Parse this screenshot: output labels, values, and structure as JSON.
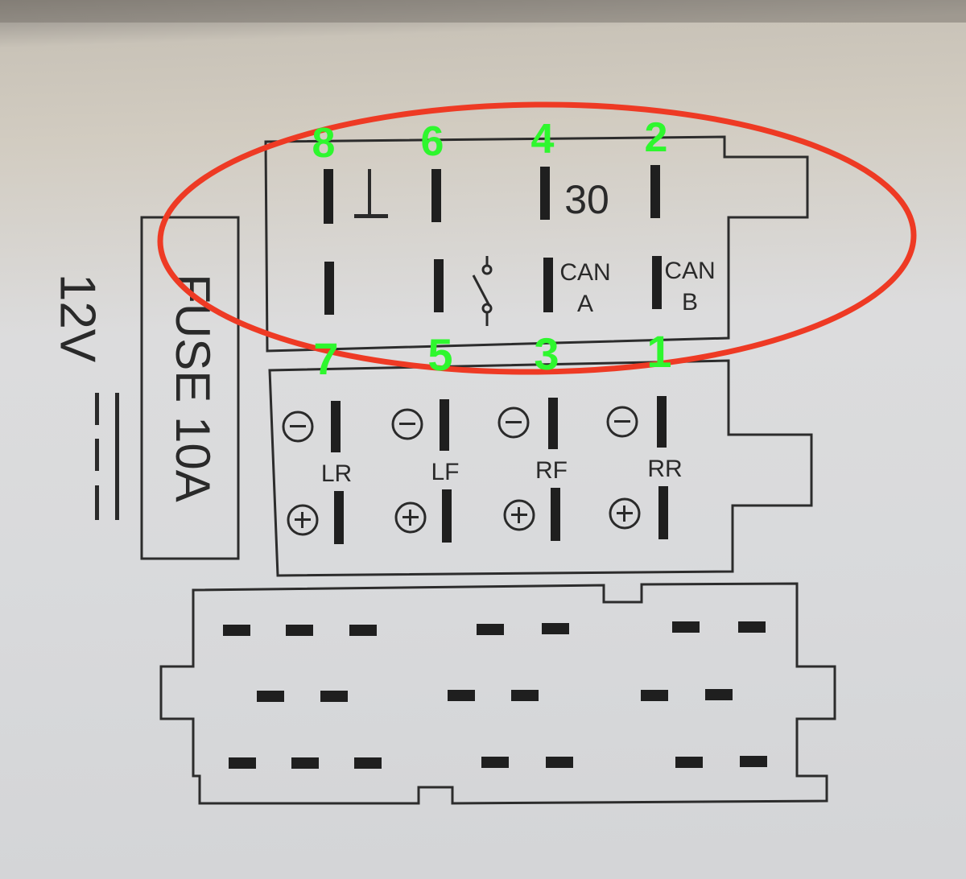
{
  "label": {
    "voltage": "12V",
    "fuse": "FUSE 10A",
    "pin30": "30",
    "can_a_line1": "CAN",
    "can_a_line2": "A",
    "can_b_line1": "CAN",
    "can_b_line2": "B",
    "speaker_lr": "LR",
    "speaker_lf": "LF",
    "speaker_rf": "RF",
    "speaker_rr": "RR"
  },
  "annotations": {
    "pin_numbers_top": [
      "8",
      "6",
      "4",
      "2"
    ],
    "pin_numbers_bottom": [
      "7",
      "5",
      "3",
      "1"
    ],
    "pin_number_color": "#2ef72e",
    "highlight_ellipse_color": "#ee3a24"
  },
  "symbols": {
    "ground": "ground-symbol",
    "switch": "switch-symbol",
    "minus": "minus-circle",
    "plus": "plus-circle",
    "dc": "dc-symbol"
  }
}
